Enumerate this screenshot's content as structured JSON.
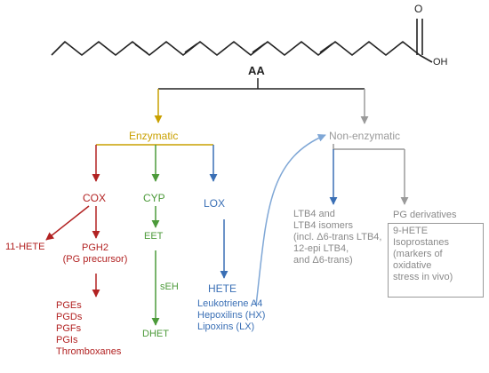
{
  "molecule": {
    "label": "AA",
    "oxygen_top": "O",
    "hydroxyl": "OH"
  },
  "branches": {
    "enzymatic": "Enzymatic",
    "non_enzymatic": "Non-enzymatic"
  },
  "enzymes": {
    "cox": "COX",
    "cyp": "CYP",
    "lox": "LOX"
  },
  "cox_products": {
    "hete11": "11-HETE",
    "pgh2": "PGH2\n(PG precursor)",
    "prostanoids": "PGEs\nPGDs\nPGFs\nPGIs\nThromboxanes"
  },
  "cyp_products": {
    "eet": "EET",
    "seh": "sEH",
    "dhet": "DHET"
  },
  "lox_products": {
    "hete": "HETE",
    "list": "Leukotriene A4\nHepoxilins (HX)\nLipoxins (LX)"
  },
  "non_enzymatic_products": {
    "ltb4": "LTB4 and\nLTB4 isomers\n(incl. Δ6-trans LTB4,\n12-epi LTB4,\nand Δ6-trans)",
    "pg_derivatives": "PG derivatives",
    "box_text": "9-HETE\nIsoprostanes\n(markers of\noxidative\nstress in vivo)"
  },
  "colors": {
    "black": "#222222",
    "gold": "#c9a000",
    "gray": "#9a9a9a",
    "red": "#b22222",
    "green": "#4c9a3a",
    "blue": "#3a6fb5",
    "light_blue": "#7fa7d6"
  }
}
